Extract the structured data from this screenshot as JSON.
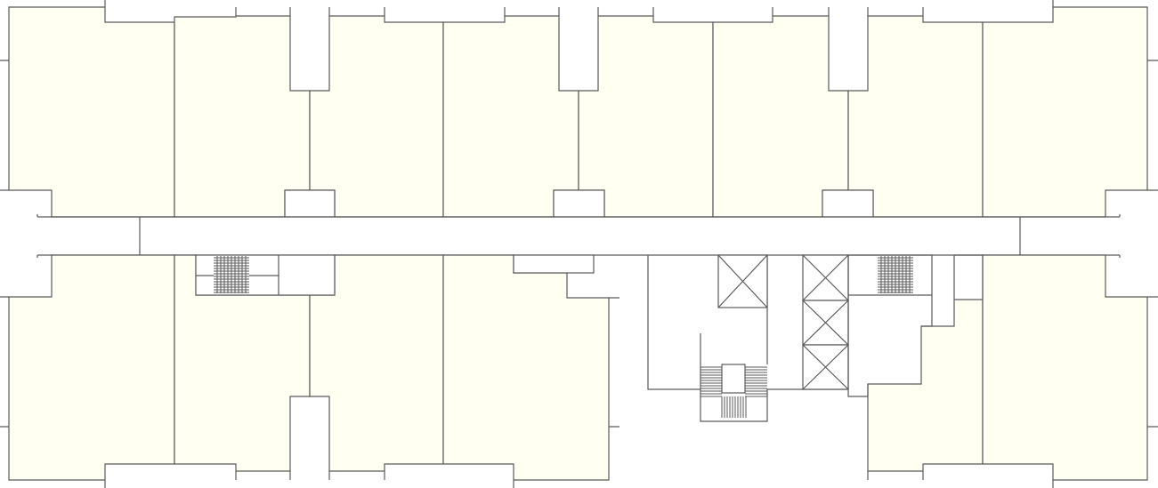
{
  "colors": {
    "room_fill": "#fffff2",
    "wall_stroke": "#5a5a5a",
    "background": "#ffffff"
  },
  "plan": {
    "north_units": 8,
    "south_units": 6,
    "stairwells": 3,
    "elevator_shafts": 4
  }
}
